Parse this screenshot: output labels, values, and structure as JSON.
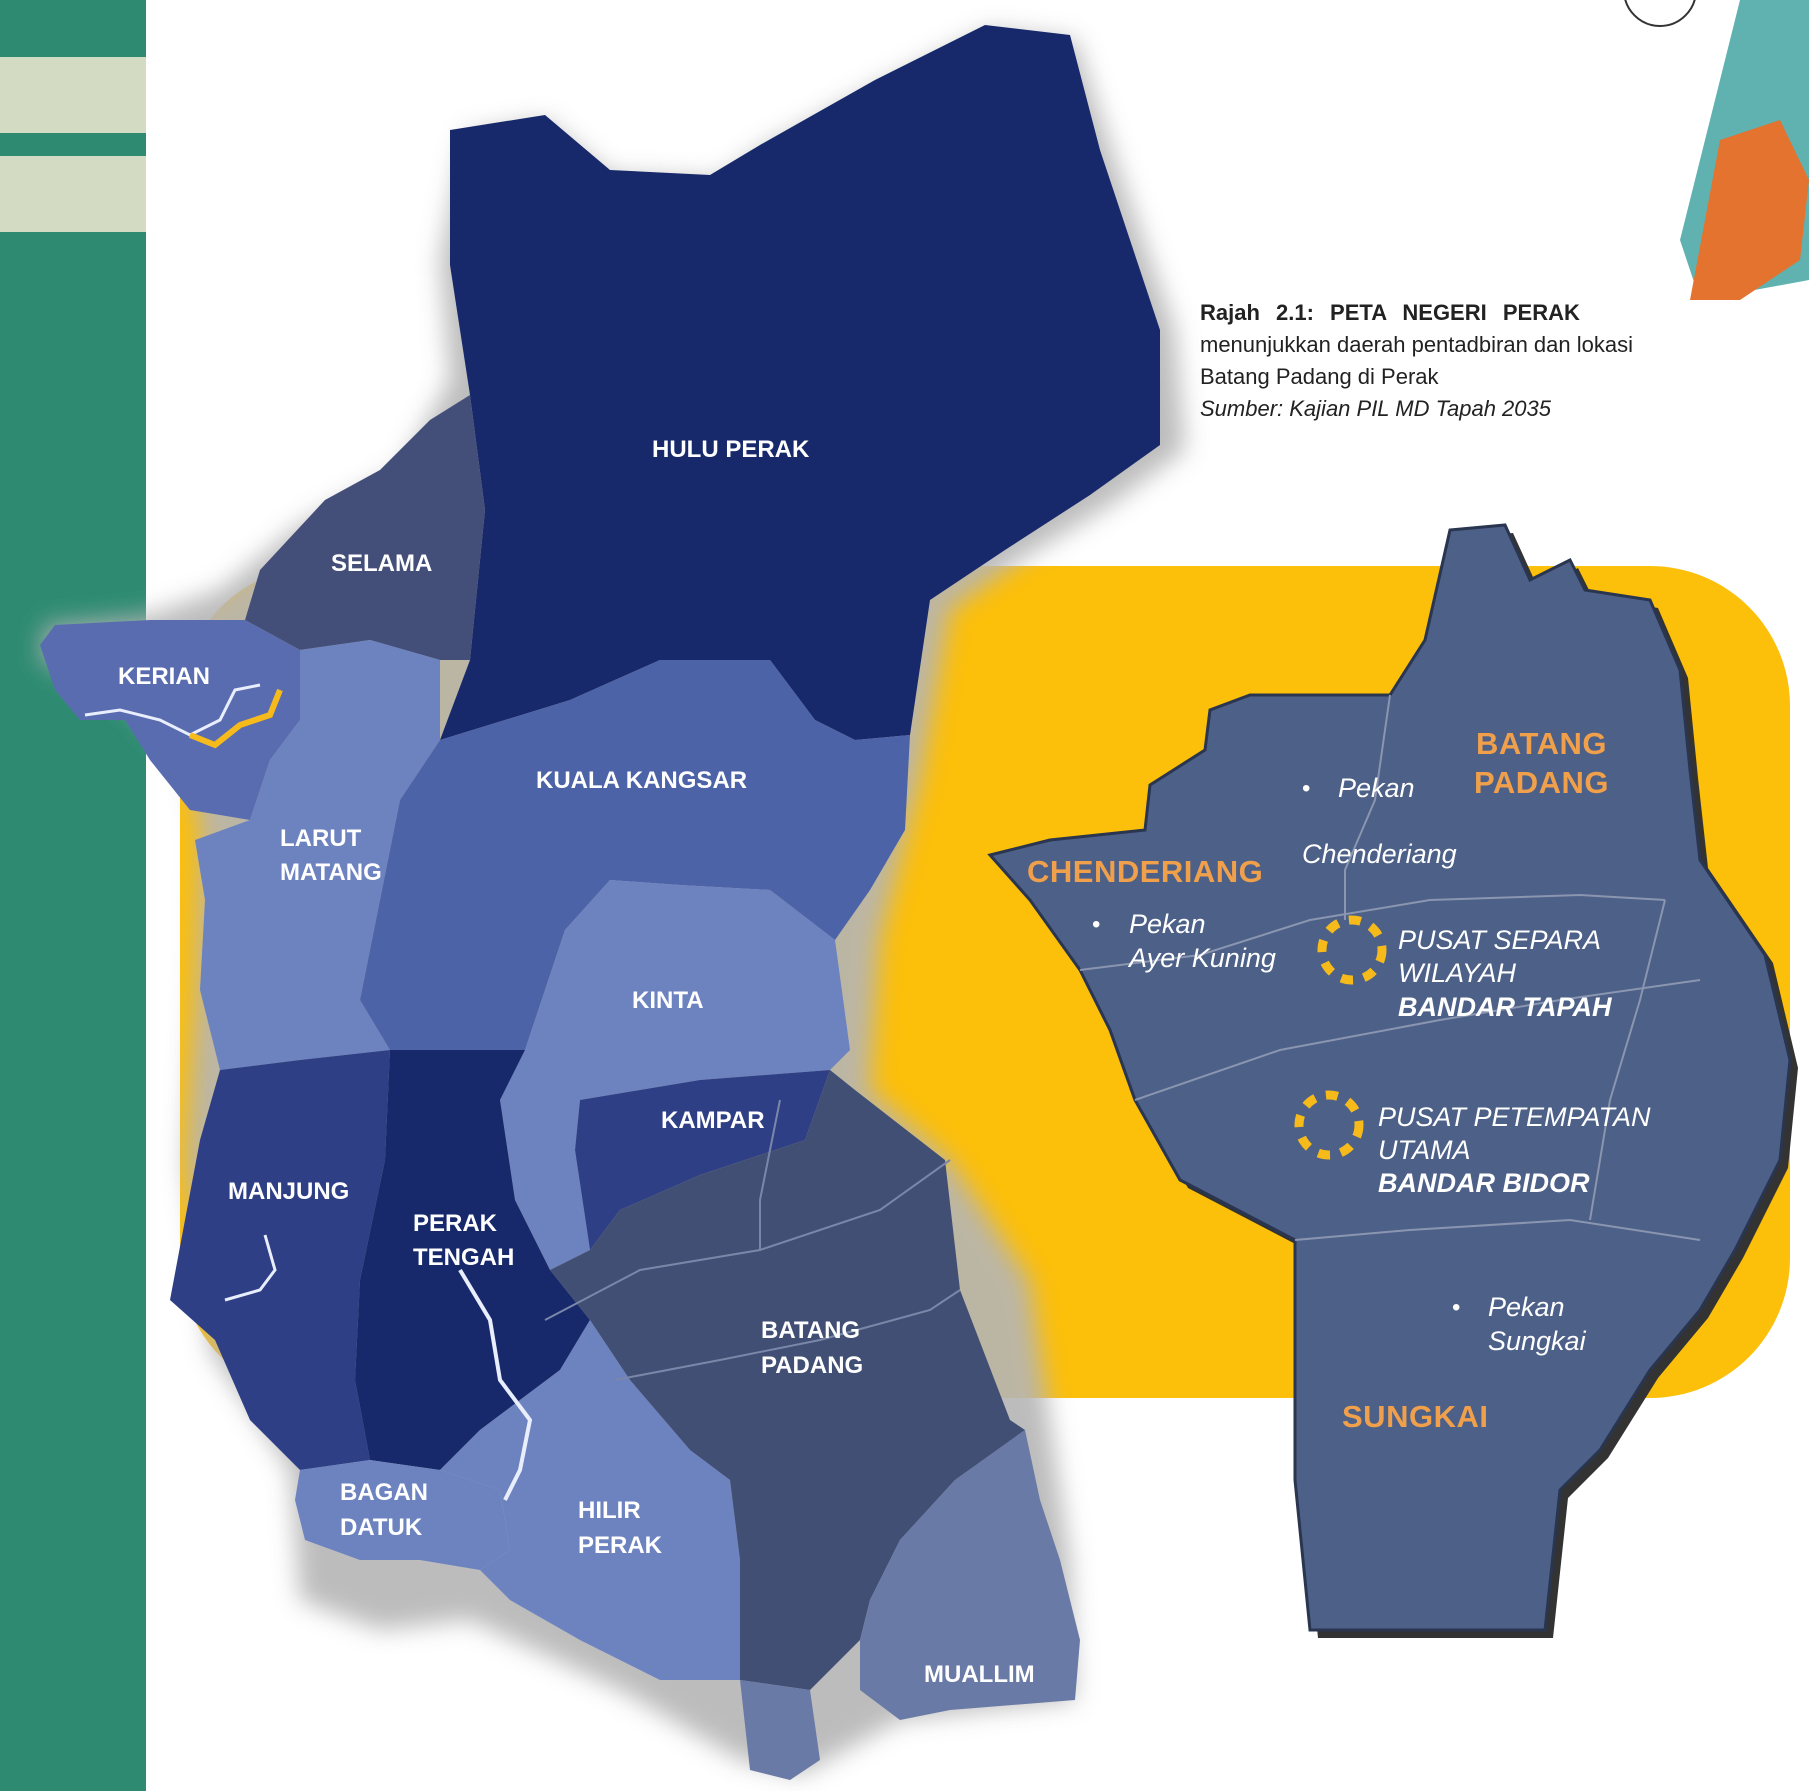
{
  "caption": {
    "title": "Rajah 2.1: PETA NEGERI PERAK",
    "description": "menunjukkan daerah pentadbiran dan lokasi Batang Padang di Perak",
    "source": "Sumber: Kajian PIL MD Tapah 2035"
  },
  "districts": {
    "hulu_perak": "HULU PERAK",
    "selama": "SELAMA",
    "kerian": "KERIAN",
    "kuala_kangsar": "KUALA KANGSAR",
    "larut_matang_1": "LARUT",
    "larut_matang_2": "MATANG",
    "kinta": "KINTA",
    "kampar": "KAMPAR",
    "manjung": "MANJUNG",
    "perak_tengah_1": "PERAK",
    "perak_tengah_2": "TENGAH",
    "batang_padang_1": "BATANG",
    "batang_padang_2": "PADANG",
    "bagan_datuk_1": "BAGAN",
    "bagan_datuk_2": "DATUK",
    "hilir_perak_1": "HILIR",
    "hilir_perak_2": "PERAK",
    "muallim": "MUALLIM"
  },
  "inset": {
    "mukim_batang_padang_1": "BATANG",
    "mukim_batang_padang_2": "PADANG",
    "mukim_chenderiang": "CHENDERIANG",
    "mukim_sungkai": "SUNGKAI",
    "town_pekan_chenderiang_1": "Pekan",
    "town_pekan_chenderiang_2": "Chenderiang",
    "town_ayer_kuning_1": "Pekan",
    "town_ayer_kuning_2": "Ayer Kuning",
    "town_sungkai_1": "Pekan",
    "town_sungkai_2": "Sungkai",
    "centre_tapah_1": "PUSAT SEPARA",
    "centre_tapah_2": "WILAYAH",
    "centre_tapah_3": "BANDAR TAPAH",
    "centre_bidor_1": "PUSAT PETEMPATAN",
    "centre_bidor_2": "UTAMA",
    "centre_bidor_3": "BANDAR BIDOR",
    "bullet": "•"
  },
  "colors": {
    "sidebar": "#2e8b72",
    "sidebar_band": "#d3dcc3",
    "highlight_panel": "#fcbf0a",
    "navy": "#17296b",
    "blue_mid": "#4d63a8",
    "blue_light": "#6c83c0",
    "slate": "#424f75",
    "slate_light": "#6a7aa6",
    "inset_fill": "#4d6088",
    "orange_label": "#f0a04b",
    "centre_marker": "#f6bb1a"
  }
}
